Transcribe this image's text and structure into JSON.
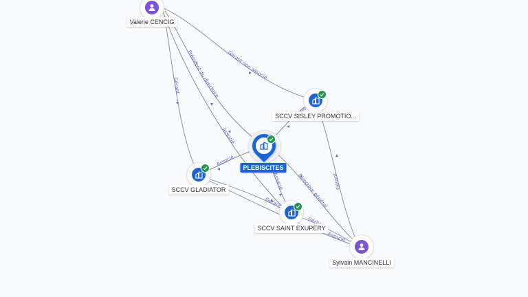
{
  "nodes": {
    "valerie": {
      "label": "Valerie CENCIG",
      "kind": "person"
    },
    "sisley": {
      "label": "SCCV SISLEY PROMOTIO...",
      "kind": "company"
    },
    "plebiscites": {
      "label": "PLEBISCITES",
      "kind": "company"
    },
    "gladiator": {
      "label": "SCCV GLADIATOR",
      "kind": "company"
    },
    "saint_exupery": {
      "label": "SCCV SAINT EXUPERY",
      "kind": "company"
    },
    "sylvain": {
      "label": "Sylvain MANCINELLI",
      "kind": "person"
    }
  },
  "edges": {
    "valerie_sisley": "Gérant non associé",
    "valerie_gladiator": "Gérant",
    "valerie_plebiscites": "Président du directoire",
    "valerie_saint": "Associé",
    "sisley_plebiscites": "Associé",
    "gladiator_plebiscites": "Associé",
    "plebiscites_saint": "Associé",
    "plebiscites_sylvain": "Directeur général",
    "sylvain_sisley": "Gérant",
    "gladiator_saint": "Gérant",
    "saint_sylvain": "Gérant",
    "gladiator_sylvain": "Associé"
  },
  "colors": {
    "company": "#1b63d6",
    "person": "#7b52d9",
    "verified": "#1f9a4a",
    "edge_label": "#5a5fc8"
  },
  "icons": {
    "company": "building-icon",
    "person": "person-icon",
    "verified": "check-icon"
  }
}
